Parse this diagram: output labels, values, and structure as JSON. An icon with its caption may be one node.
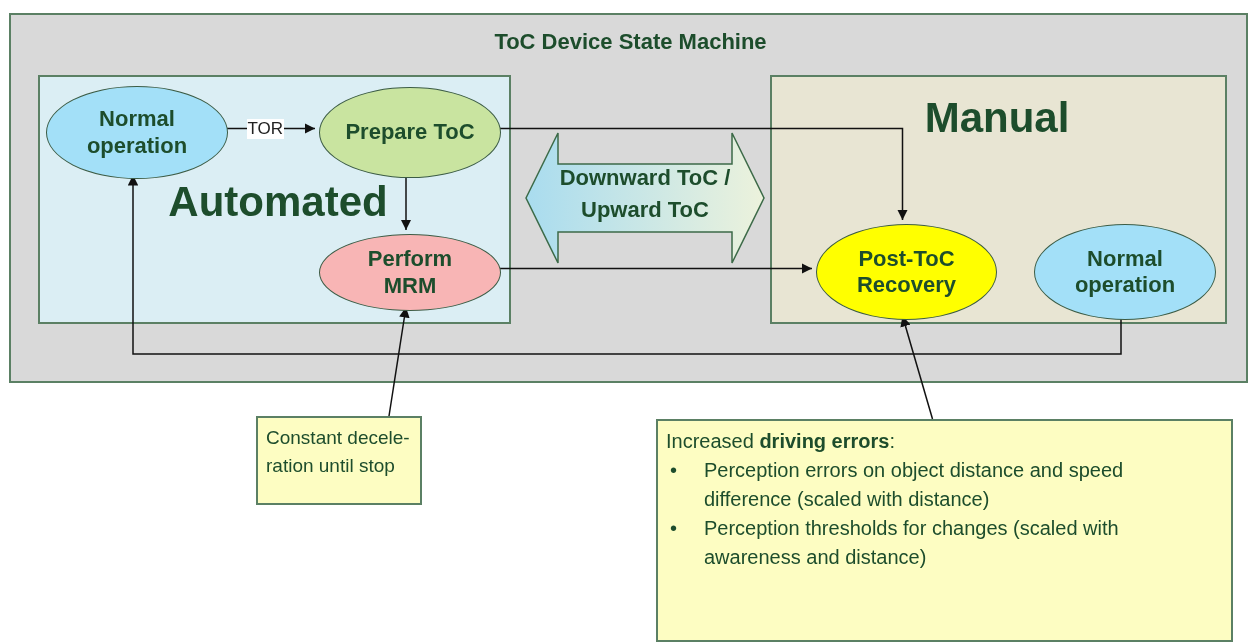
{
  "diagram": {
    "nodes": [
      {
        "text": [
          "ToC Device State Machine"
        ]
      },
      {
        "text": [
          "Automated"
        ],
        "in": 0
      },
      {
        "text": [
          "Normal operation"
        ],
        "in": 1
      },
      {
        "text": [
          "Prepare ToC"
        ],
        "in": 1
      },
      {
        "text": [
          "Perform MRM"
        ],
        "in": 1
      },
      {
        "text": [
          "Manual"
        ],
        "in": 0
      },
      {
        "text": [
          "Post-ToC Recovery"
        ],
        "in": 5
      },
      {
        "text": [
          "Normal operation"
        ],
        "in": 5
      },
      {
        "text": [
          "Downward ToC / Upward ToC"
        ],
        "in": 0
      },
      {
        "text": [
          "Constant decele- ration until stop"
        ]
      },
      {
        "text": [
          "Increased **driving errors**:",
          "• Perception errors on object distance and speed difference (scaled with distance)",
          "• Perception thresholds for changes (scaled with awareness and distance)"
        ]
      }
    ],
    "edges": [
      {
        "from": 2,
        "to": 3,
        "arrow": "to",
        "label": "TOR"
      },
      {
        "from": 3,
        "to": 4,
        "arrow": "to"
      },
      {
        "from": 3,
        "to": 6,
        "arrow": "to"
      },
      {
        "from": 4,
        "to": 6,
        "arrow": "to"
      },
      {
        "from": 7,
        "to": 2,
        "arrow": "to"
      },
      {
        "from": 9,
        "to": 4,
        "arrow": "to"
      },
      {
        "from": 10,
        "to": 6,
        "arrow": "to"
      }
    ]
  }
}
